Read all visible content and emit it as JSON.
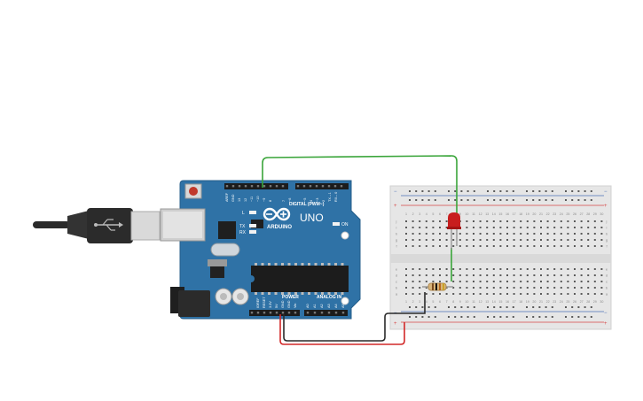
{
  "board": {
    "brand": "ARDUINO",
    "model": "UNO",
    "digital_label": "DIGITAL (PWM~)",
    "power_label": "POWER",
    "analog_label": "ANALOG IN",
    "on_label": "ON",
    "led_labels": [
      "L",
      "TX",
      "RX"
    ],
    "top_header_labels": [
      "AREF",
      "GND",
      "13",
      "12",
      "~11",
      "~10",
      "~9",
      "8",
      "7",
      "~6",
      "~5",
      "4",
      "~3",
      "2",
      "TX→1",
      "RX←0"
    ],
    "power_pin_labels": [
      "IOREF",
      "RESET",
      "3.3V",
      "5V",
      "GND",
      "GND",
      "Vin"
    ],
    "analog_pin_labels": [
      "A0",
      "A1",
      "A2",
      "A3",
      "A4",
      "A5"
    ]
  },
  "breadboard": {
    "column_numbers": [
      "1",
      "2",
      "3",
      "4",
      "5",
      "6",
      "7",
      "8",
      "9",
      "10",
      "11",
      "12",
      "13",
      "14",
      "15",
      "16",
      "17",
      "18",
      "19",
      "20",
      "21",
      "22",
      "23",
      "24",
      "25",
      "26",
      "27",
      "28",
      "29",
      "30"
    ],
    "top_row_letters": [
      "j",
      "i",
      "h",
      "g",
      "f"
    ],
    "bottom_row_letters": [
      "e",
      "d",
      "c",
      "b",
      "a"
    ],
    "rail_plus": "+",
    "rail_minus": "−"
  },
  "colors": {
    "board": "#2f72a6",
    "board_edge": "#245d8a",
    "green_wire": "#3aa53a",
    "red_wire": "#d22828",
    "black_wire": "#2a2a2a",
    "led": "#c81e1e",
    "rail_red": "#d64545",
    "rail_blue": "#4a6fb5",
    "breadboard": "#e6e6e6"
  }
}
